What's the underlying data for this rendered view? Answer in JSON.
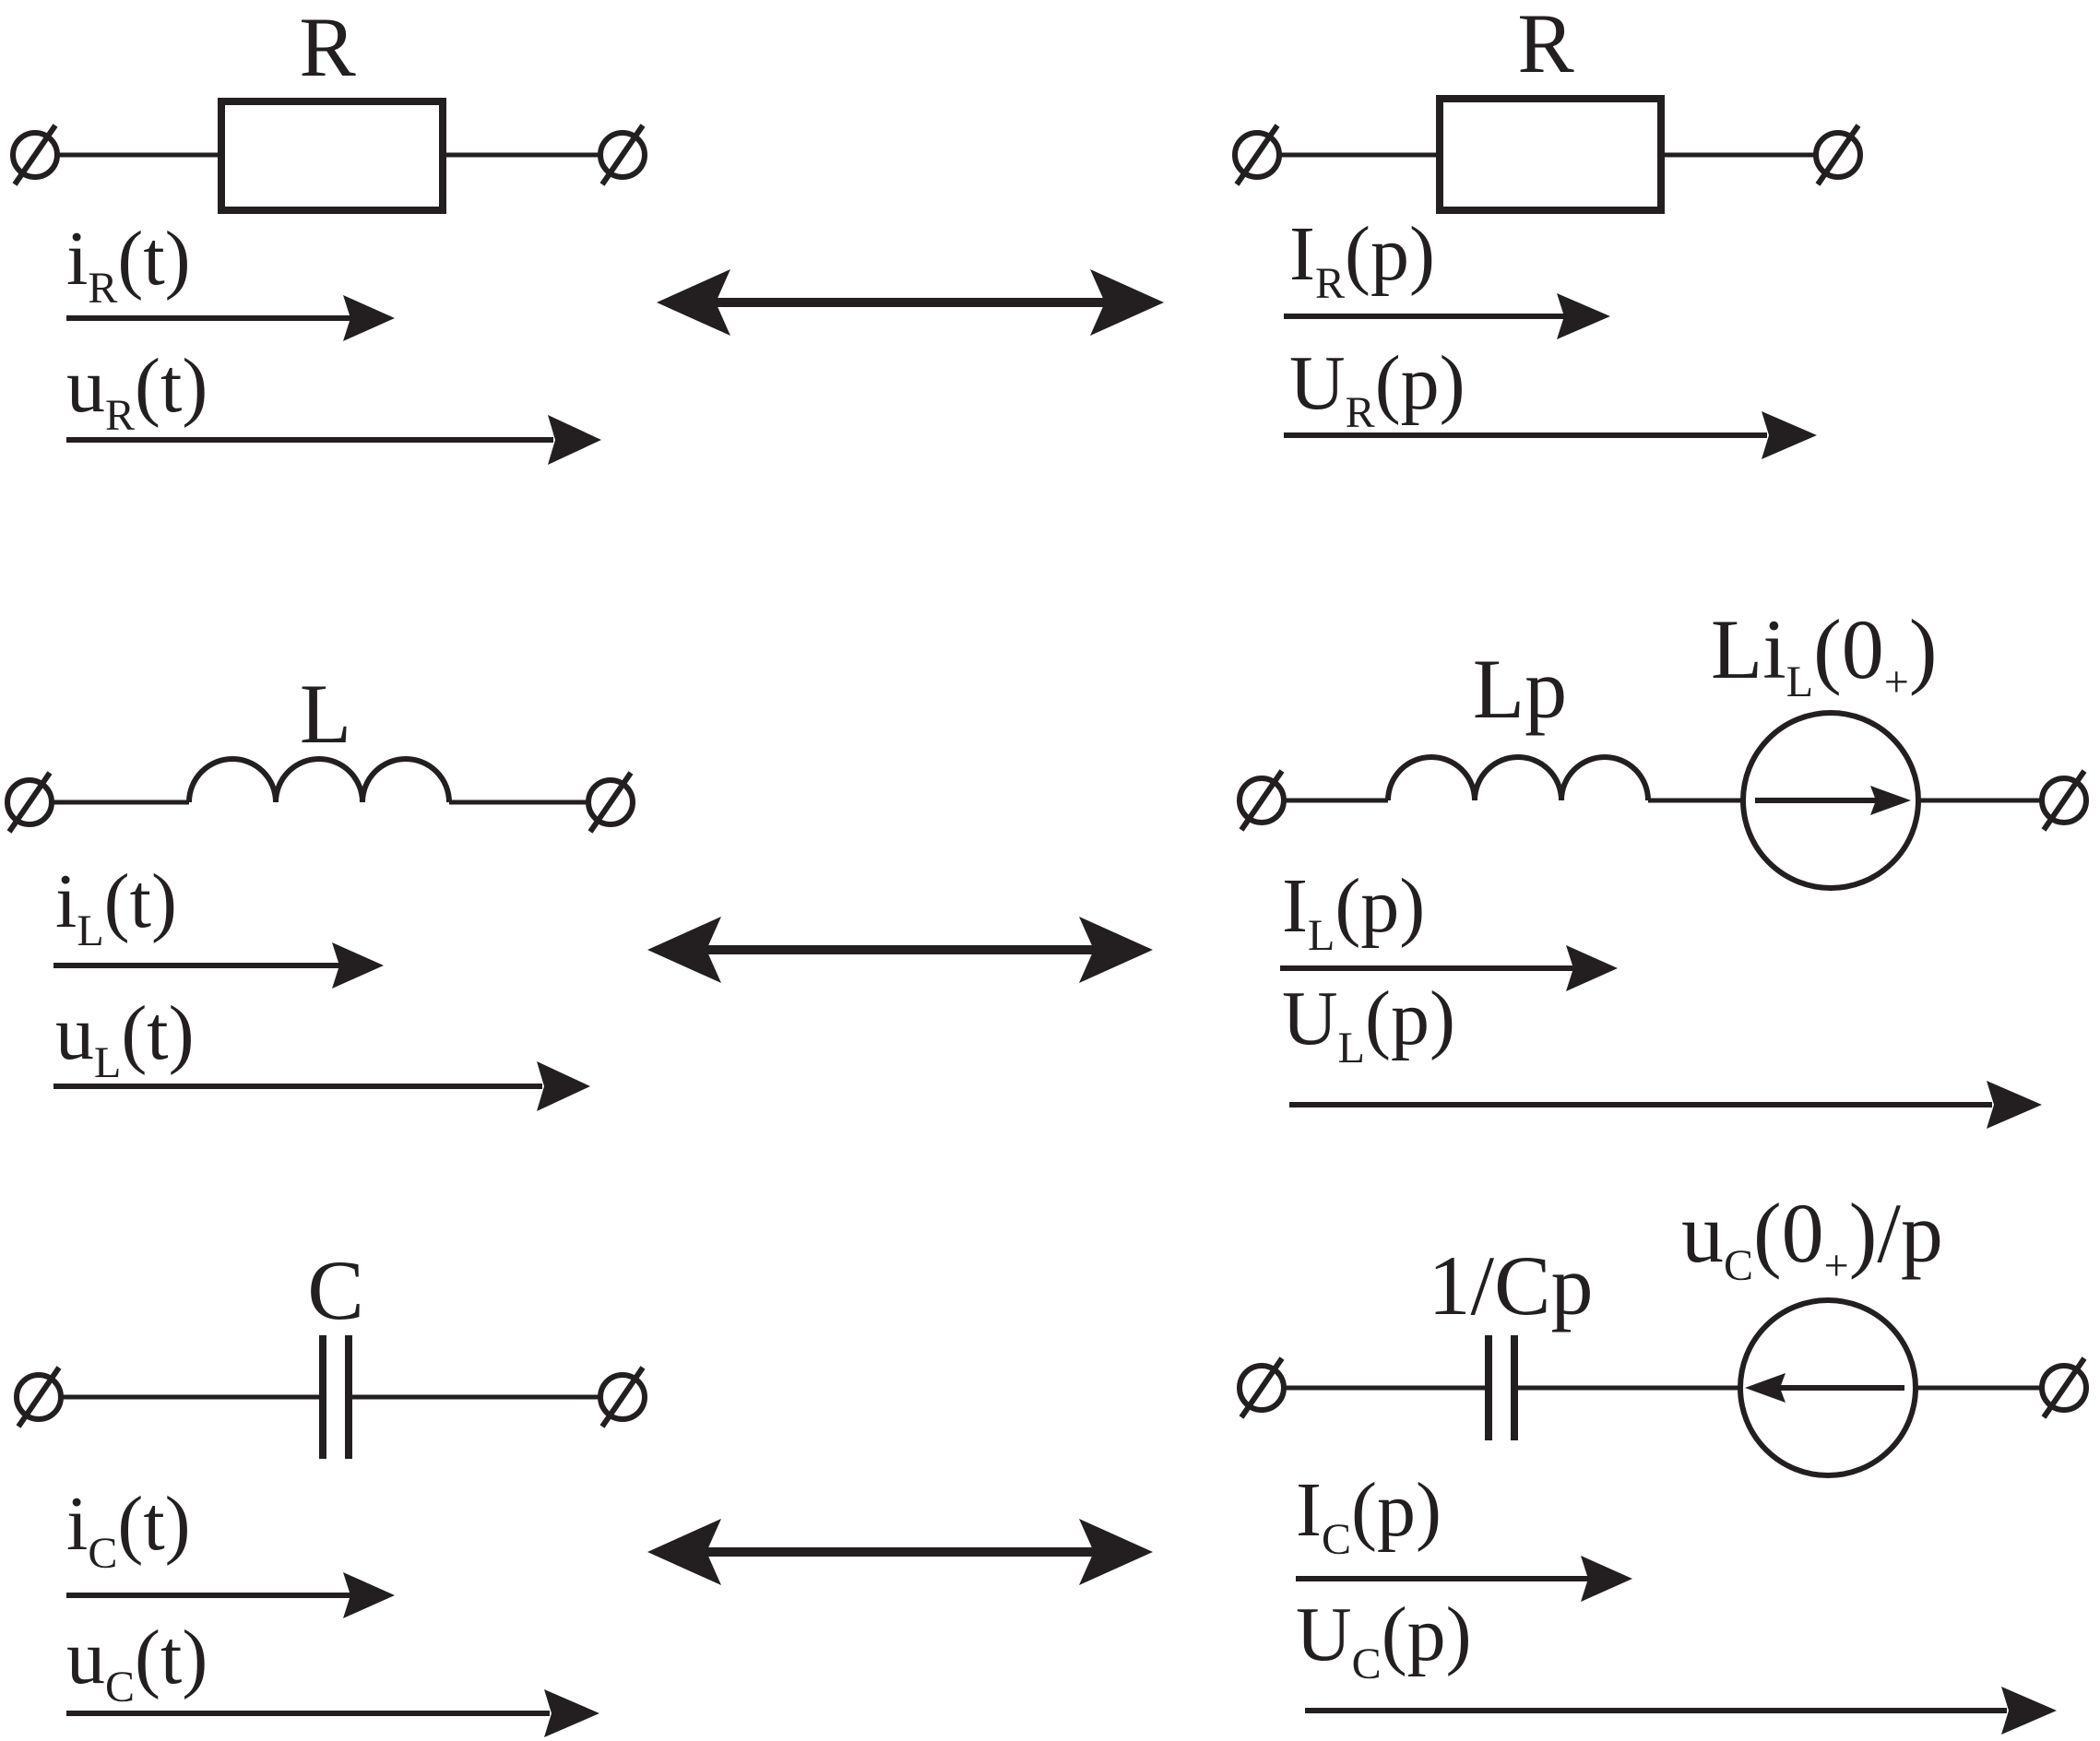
{
  "resistor": {
    "time": {
      "element": "R",
      "current": {
        "main": "i",
        "sub": "R",
        "rest": "(t)"
      },
      "voltage": {
        "main": "u",
        "sub": "R",
        "rest": "(t)"
      }
    },
    "laplace": {
      "element": "R",
      "current": {
        "main": "I",
        "sub": "R",
        "rest": "(p)"
      },
      "voltage": {
        "main": "U",
        "sub": "R",
        "rest": "(p)"
      }
    }
  },
  "inductor": {
    "time": {
      "element": "L",
      "current": {
        "main": "i",
        "sub": "L",
        "rest": "(t)"
      },
      "voltage": {
        "main": "u",
        "sub": "L",
        "rest": "(t)"
      }
    },
    "laplace": {
      "element": "Lp",
      "source": {
        "pre": "Li",
        "sub1": "L",
        "mid": "(0",
        "sub2": "+",
        "post": ")"
      },
      "current": {
        "main": "I",
        "sub": "L",
        "rest": "(p)"
      },
      "voltage": {
        "main": "U",
        "sub": "L",
        "rest": "(p)"
      }
    }
  },
  "capacitor": {
    "time": {
      "element": "C",
      "current": {
        "main": "i",
        "sub": "C",
        "rest": "(t)"
      },
      "voltage": {
        "main": "u",
        "sub": "C",
        "rest": "(t)"
      }
    },
    "laplace": {
      "element": "1/Cp",
      "source": {
        "pre": "u",
        "sub1": "C",
        "mid": "(0",
        "sub2": "+",
        "post": ")/p"
      },
      "current": {
        "main": "I",
        "sub": "C",
        "rest": "(p)"
      },
      "voltage": {
        "main": "U",
        "sub": "C",
        "rest": "(p)"
      }
    }
  },
  "colors": {
    "ink": "#231f20",
    "background": "#ffffff"
  },
  "icons": [
    "terminal-icon",
    "resistor-icon",
    "inductor-icon",
    "capacitor-icon",
    "current-source-icon",
    "double-arrow-icon"
  ]
}
